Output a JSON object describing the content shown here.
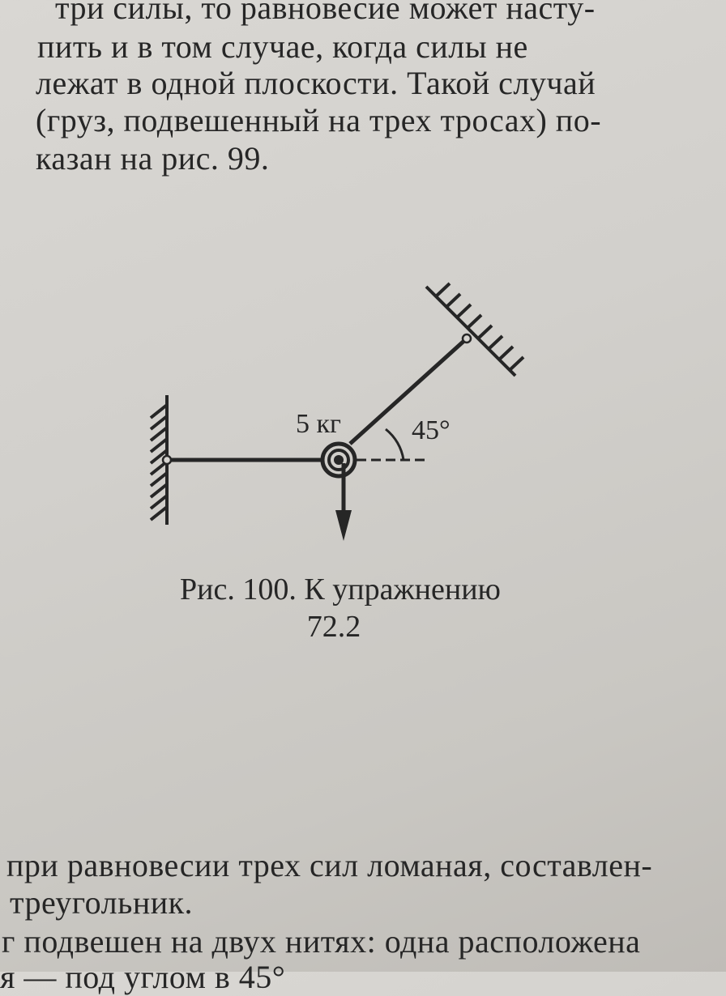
{
  "top_text": {
    "lines": [
      "три силы, то равновесие может насту-",
      "пить и в том случае, когда силы не",
      "лежат в одной плоскости. Такой случай",
      "(груз, подвешенный на трех тросах) по-",
      "казан на рис. 99."
    ]
  },
  "figure": {
    "mass_label": "5 кг",
    "angle_label": "45°"
  },
  "caption": {
    "line1": "Рис. 100. К упражнению",
    "line2": "72.2"
  },
  "bottom_text": {
    "lines": [
      "при равновесии трех сил ломаная, составлен-",
      "треугольник.",
      "г подвешен на двух нитях: одна расположена",
      "я — под углом в 45°"
    ]
  }
}
